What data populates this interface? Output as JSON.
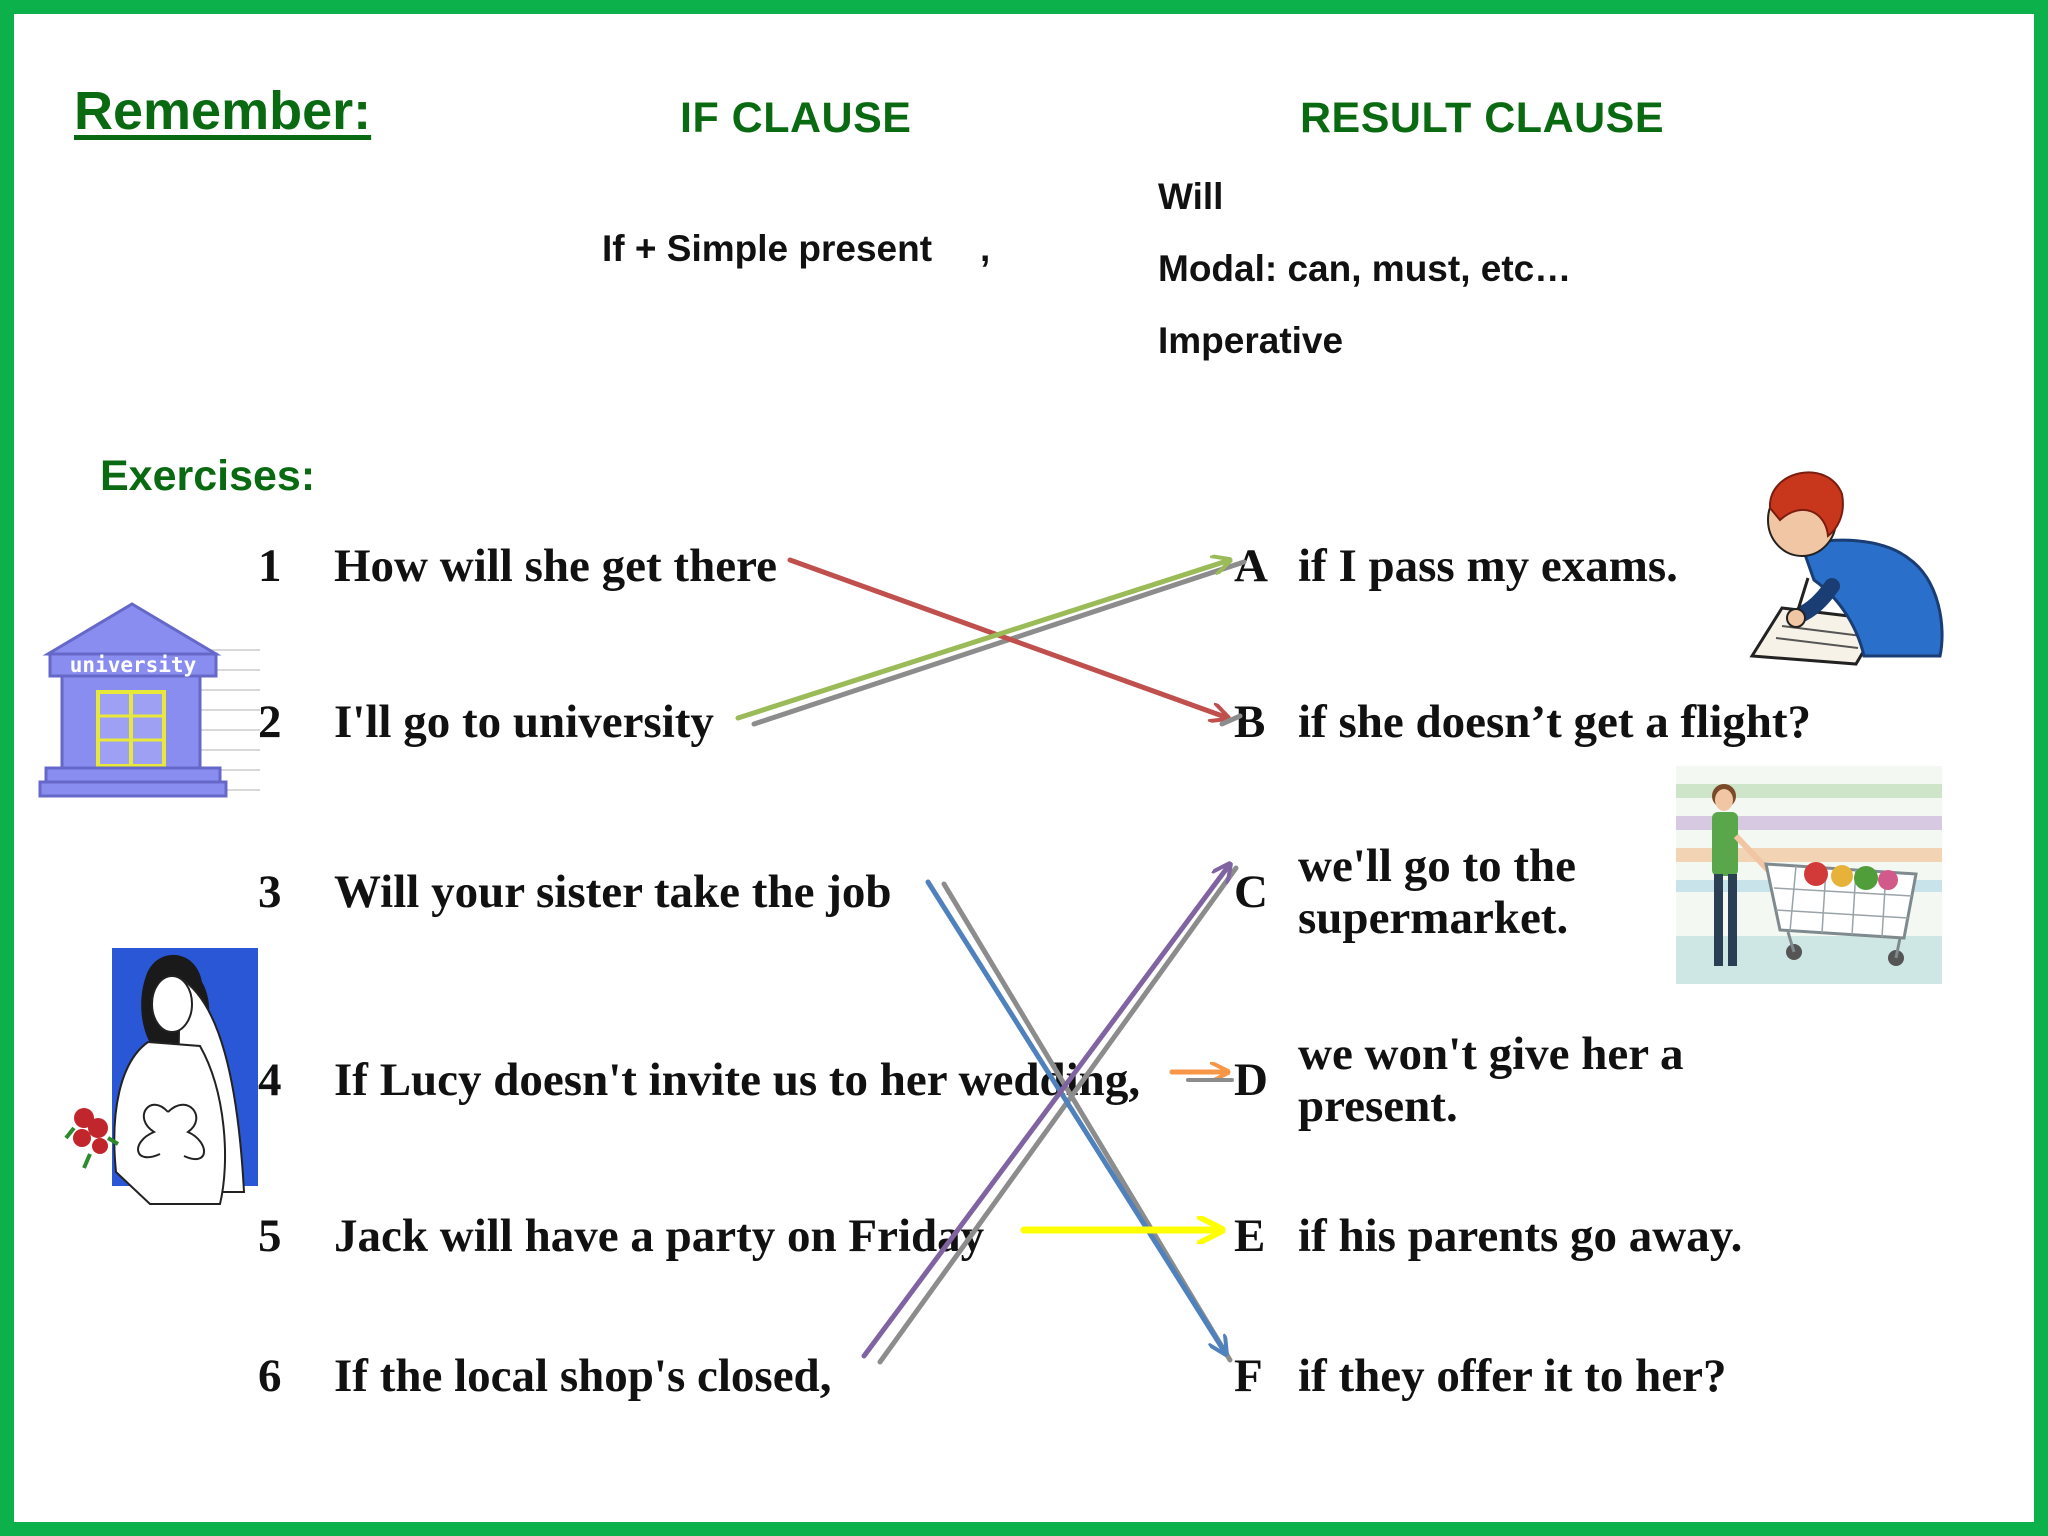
{
  "remember": {
    "title": "Remember:",
    "if_clause_header": "IF CLAUSE",
    "result_clause_header": "RESULT CLAUSE",
    "if_clause_formula": "If + Simple present",
    "comma": ",",
    "result_options": [
      "Will",
      "Modal: can, must, etc…",
      "Imperative"
    ]
  },
  "exercises": {
    "title": "Exercises:",
    "left_items": [
      {
        "num": "1",
        "text": "How will she get there"
      },
      {
        "num": "2",
        "text": "I'll go to university"
      },
      {
        "num": "3",
        "text": "Will your sister take the job"
      },
      {
        "num": "4",
        "text": "If Lucy doesn't invite us to her wedding,"
      },
      {
        "num": "5",
        "text": "Jack will have a party on Friday"
      },
      {
        "num": "6",
        "text": "If the local shop's closed,"
      }
    ],
    "right_items": [
      {
        "letter": "A",
        "lines": [
          "if I pass my exams."
        ]
      },
      {
        "letter": "B",
        "lines": [
          "if she doesn’t get a flight?"
        ]
      },
      {
        "letter": "C",
        "lines": [
          "we'll go to the",
          "supermarket."
        ]
      },
      {
        "letter": "D",
        "lines": [
          "we won't give her a",
          "present."
        ]
      },
      {
        "letter": "E",
        "lines": [
          "if his parents go away."
        ]
      },
      {
        "letter": "F",
        "lines": [
          "if they offer it to her?"
        ]
      }
    ],
    "matches": [
      {
        "from": "1",
        "to": "B",
        "color": "#c0504d"
      },
      {
        "from": "2",
        "to": "A",
        "color": "#9bbb59"
      },
      {
        "from": "3",
        "to": "F",
        "color": "#4f81bd"
      },
      {
        "from": "4",
        "to": "D",
        "color": "#f79646"
      },
      {
        "from": "5",
        "to": "E",
        "color": "#ffff00"
      },
      {
        "from": "6",
        "to": "C",
        "color": "#8064a2"
      }
    ]
  },
  "illustrations": {
    "university_sign": "university",
    "university_icon": "university-building-icon",
    "student_icon": "student-writing-icon",
    "shopper_icon": "shopping-cart-woman-icon",
    "bride_icon": "bride-icon"
  },
  "colors": {
    "border": "#0db14b",
    "heading": "#0a6a12",
    "match_shadow": "#8c8c8c"
  }
}
